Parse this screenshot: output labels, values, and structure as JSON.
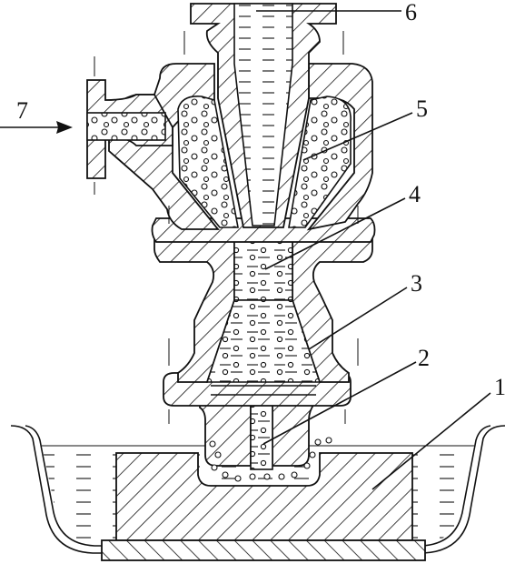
{
  "labels": {
    "l1": "1",
    "l2": "2",
    "l3": "3",
    "l4": "4",
    "l5": "5",
    "l6": "6",
    "l7": "7"
  },
  "colors": {
    "ink": "#111111",
    "background": "#ffffff"
  }
}
